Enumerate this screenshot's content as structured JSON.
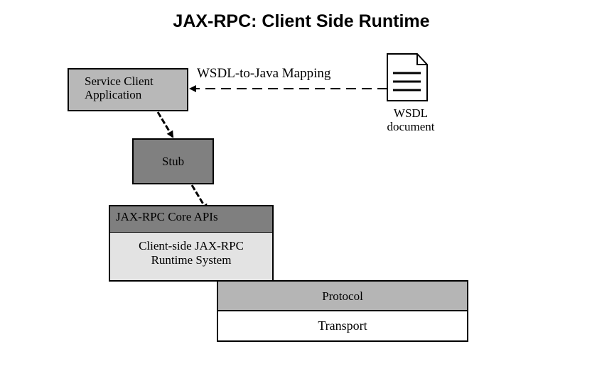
{
  "title": "JAX-RPC: Client Side Runtime",
  "client_app": {
    "line1": "Service Client",
    "line2": "Application"
  },
  "stub": {
    "label": "Stub"
  },
  "core": {
    "header": "JAX-RPC Core APIs",
    "body_line1": "Client-side JAX-RPC",
    "body_line2": "Runtime System"
  },
  "stack": {
    "protocol": "Protocol",
    "transport": "Transport"
  },
  "wsdl": {
    "line1": "WSDL",
    "line2": "document"
  },
  "mapping": {
    "label": "WSDL-to-Java Mapping"
  },
  "colors": {
    "client_fill": "#b8b8b8",
    "stub_fill": "#808080",
    "core_header_fill": "#7f7f7f",
    "core_body_fill": "#e3e3e3",
    "protocol_fill": "#b5b5b5"
  }
}
